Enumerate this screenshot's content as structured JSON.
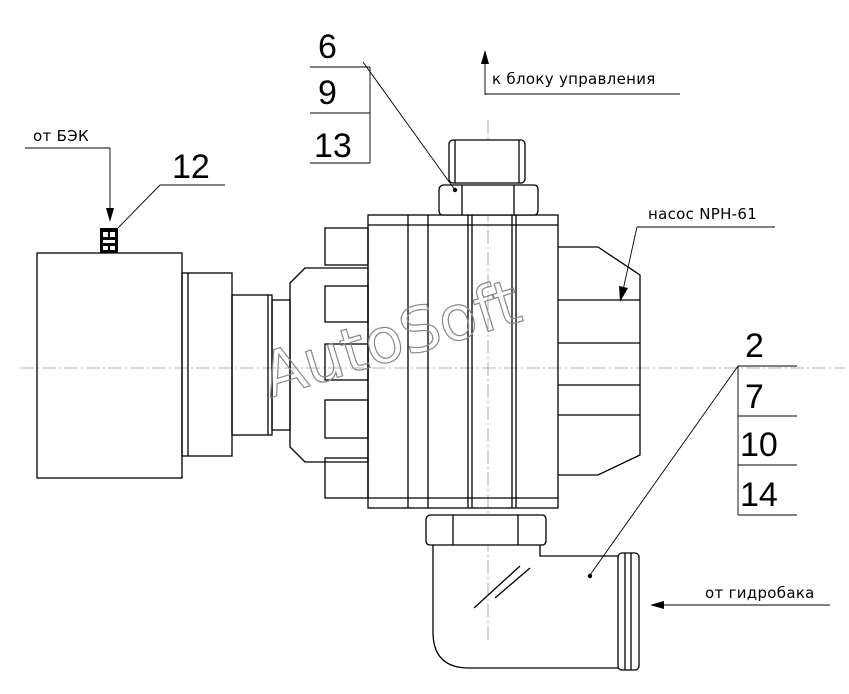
{
  "watermark": "AutoSoft",
  "labels": {
    "to_control_unit": "к блоку управления",
    "from_bek": "от БЭК",
    "pump": "насос NPH-61",
    "from_tank": "от гидробака"
  },
  "callouts": {
    "top_stack": [
      "6",
      "9",
      "13"
    ],
    "connector": "12",
    "right_stack": [
      "2",
      "7",
      "10",
      "14"
    ]
  },
  "colors": {
    "line": "#000000",
    "watermark": "#888888",
    "background": "#ffffff"
  }
}
